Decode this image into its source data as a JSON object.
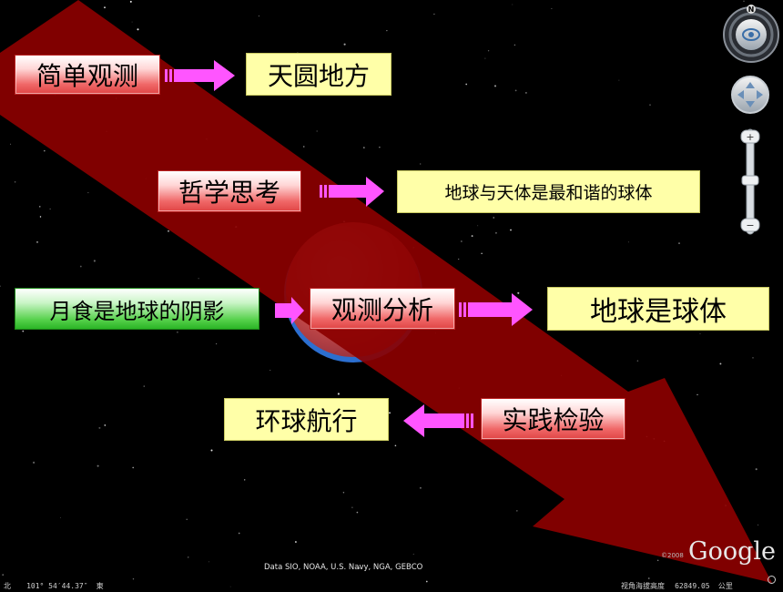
{
  "flow": {
    "observe": "简单观测",
    "observe_result": "天圆地方",
    "philosophy": "哲学思考",
    "philosophy_result": "地球与天体是最和谐的球体",
    "eclipse": "月食是地球的阴影",
    "analysis": "观测分析",
    "analysis_result": "地球是球体",
    "practice": "实践检验",
    "practice_result": "环球航行"
  },
  "map": {
    "compass_north": "N",
    "attribution": "Data SIO, NOAA, U.S. Navy, NGA, GEBCO",
    "copyright": "©2008",
    "brand": "Google",
    "coord_dir_north": "北",
    "longitude": "101° 54′44.37″",
    "coord_dir_east": "東",
    "altitude_label": "视角海拔高度",
    "altitude_value": "62849.05",
    "altitude_unit": "公里"
  },
  "colors": {
    "background": "#000000",
    "big_arrow": "#8b0000",
    "small_arrow": "#ff55ff",
    "red_box": "#f06868",
    "yellow_box": "#ffffa8",
    "green_box": "#55d04a"
  }
}
